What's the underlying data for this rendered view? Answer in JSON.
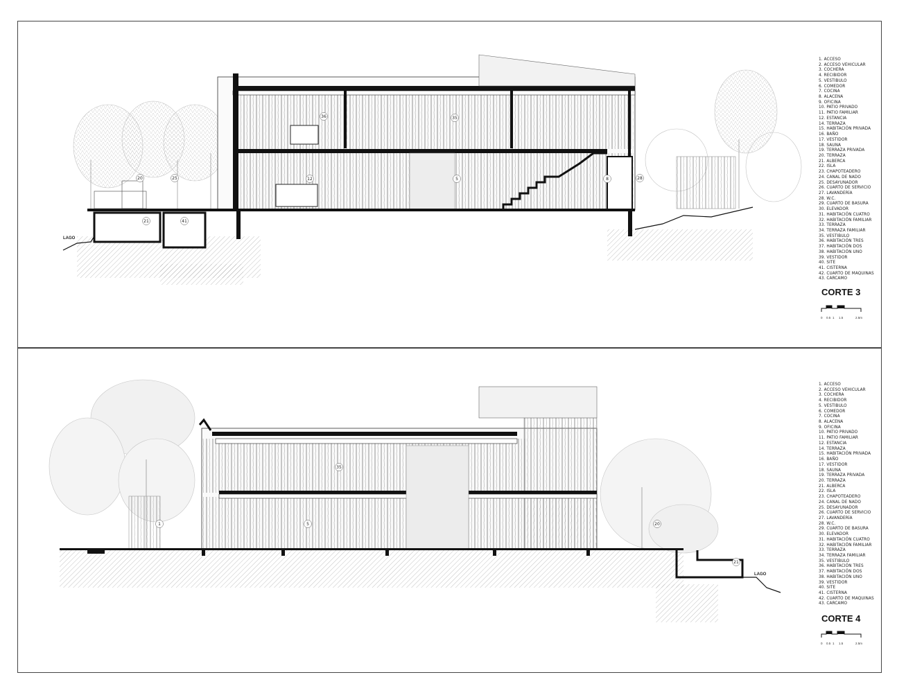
{
  "sheets": [
    {
      "title": "CORTE 3",
      "lago_label": "LAGO",
      "rooms": [
        "36",
        "35",
        "12",
        "5",
        "8",
        "28",
        "20",
        "25",
        "21",
        "41"
      ],
      "scale_labels": [
        "0",
        "0.5",
        "1",
        "1.5",
        "2.5m"
      ]
    },
    {
      "title": "CORTE 4",
      "lago_label": "LAGO",
      "rooms": [
        "35",
        "5",
        "1",
        "20",
        "21"
      ],
      "scale_labels": [
        "0",
        "0.5",
        "1",
        "1.5",
        "2.5m"
      ]
    }
  ],
  "legend": [
    "1. ACCESO",
    "2. ACCESO VEHICULAR",
    "3. COCHERA",
    "4. RECIBIDOR",
    "5. VESTIBULO",
    "6. COMEDOR",
    "7. COCINA",
    "8. ALACENA",
    "9. OFICINA",
    "10. PATIO PRIVADO",
    "11. PATIO FAMILIAR",
    "12. ESTANCIA",
    "14. TERRAZA",
    "15. HABITACIÓN PRIVADA",
    "16. BAÑO",
    "17. VESTIDOR",
    "18. SAUNA",
    "19. TERRAZA PRIVADA",
    "20. TERRAZA",
    "21. ALBERCA",
    "22. ISLA",
    "23. CHAPOTEADERO",
    "24. CANAL DE NADO",
    "25. DESAYUNADOR",
    "26. CUARTO DE SERVICIO",
    "27. LAVANDERÍA",
    "28. W.C.",
    "29. CUARTO DE BASURA",
    "30. ELEVADOR",
    "31. HABITACIÓN CUATRO",
    "32. HABITACIÓN FAMILIAR",
    "33. TERRAZA",
    "34. TERRAZA FAMILIAR",
    "35. VESTIBULO",
    "36. HABITACIÓN TRES",
    "37. HABITACIÓN DOS",
    "38. HABITACIÓN UNO",
    "39. VESTIDOR",
    "40. SITE",
    "41. CISTERNA",
    "42. CUARTO DE MAQUINAS",
    "43. CARCAMO"
  ]
}
